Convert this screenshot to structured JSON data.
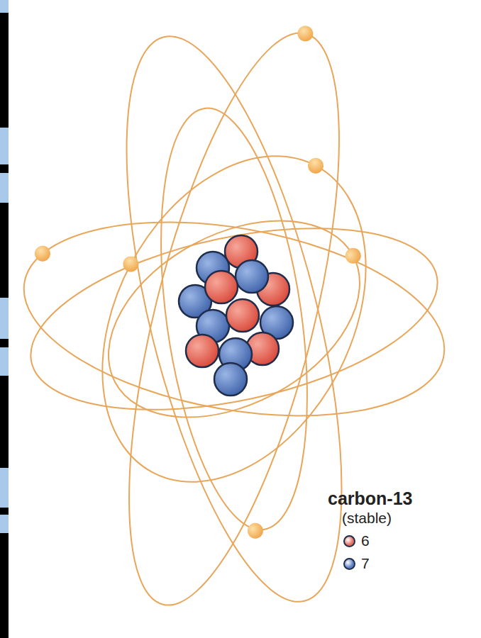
{
  "diagram": {
    "title": "carbon-13",
    "labels": [
      "(stable)"
    ],
    "legend": [
      {
        "text": "6",
        "color": "#e46b5d"
      },
      {
        "text": "7",
        "color": "#5a7fc4"
      }
    ]
  }
}
